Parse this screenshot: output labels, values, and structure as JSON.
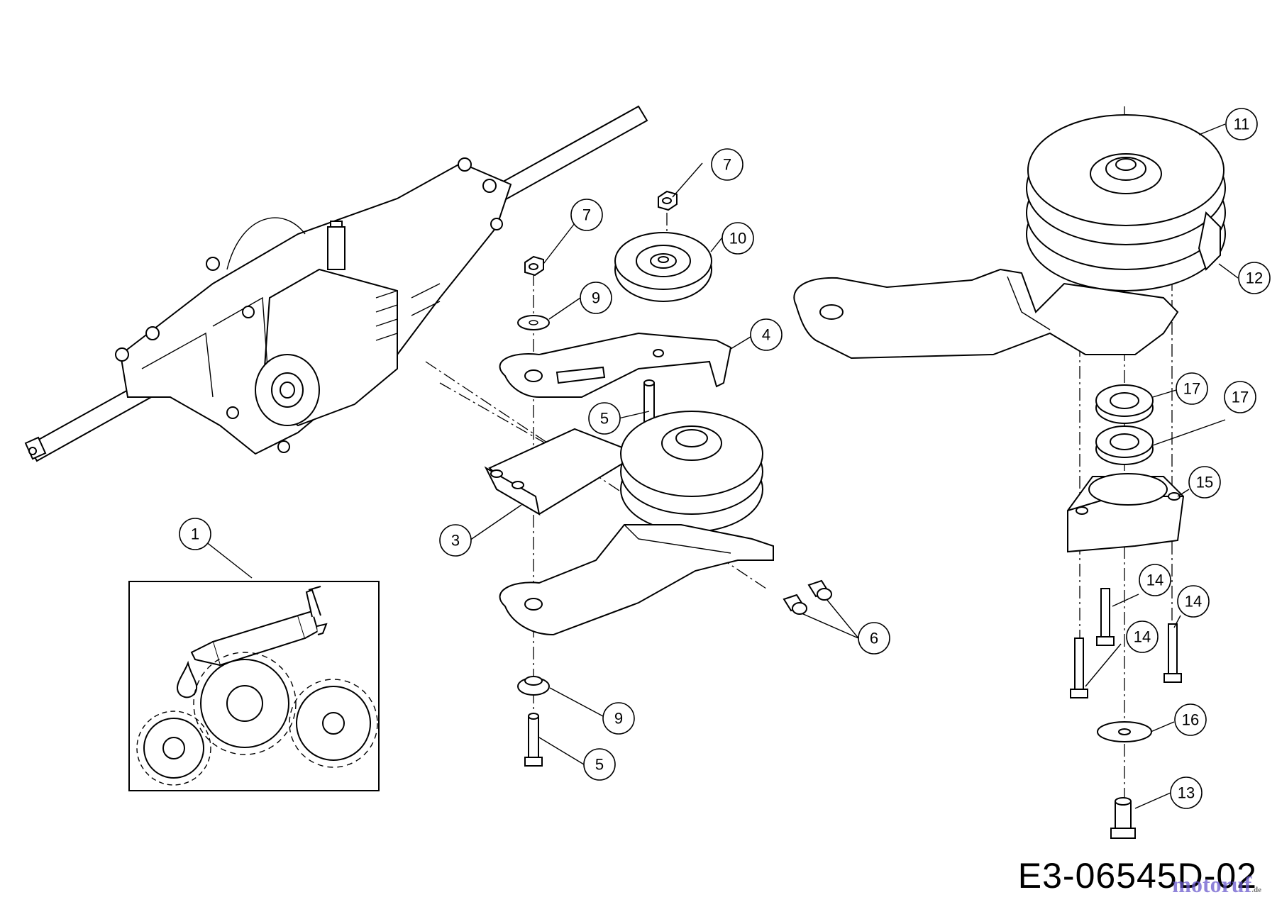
{
  "drawing": {
    "code": "E3-06545D-02",
    "watermark": "motoruf",
    "watermark_suffix": ".de",
    "watermark_color": "#6a5acd"
  },
  "callouts": [
    {
      "id": "c1",
      "label": "1"
    },
    {
      "id": "c3",
      "label": "3"
    },
    {
      "id": "c4",
      "label": "4"
    },
    {
      "id": "c5a",
      "label": "5"
    },
    {
      "id": "c5b",
      "label": "5"
    },
    {
      "id": "c6",
      "label": "6"
    },
    {
      "id": "c7a",
      "label": "7"
    },
    {
      "id": "c7b",
      "label": "7"
    },
    {
      "id": "c9a",
      "label": "9"
    },
    {
      "id": "c9b",
      "label": "9"
    },
    {
      "id": "c10",
      "label": "10"
    },
    {
      "id": "c11",
      "label": "11"
    },
    {
      "id": "c12",
      "label": "12"
    },
    {
      "id": "c13",
      "label": "13"
    },
    {
      "id": "c14a",
      "label": "14"
    },
    {
      "id": "c14b",
      "label": "14"
    },
    {
      "id": "c14c",
      "label": "14"
    },
    {
      "id": "c15",
      "label": "15"
    },
    {
      "id": "c16",
      "label": "16"
    },
    {
      "id": "c17a",
      "label": "17"
    },
    {
      "id": "c17b",
      "label": "17"
    }
  ]
}
